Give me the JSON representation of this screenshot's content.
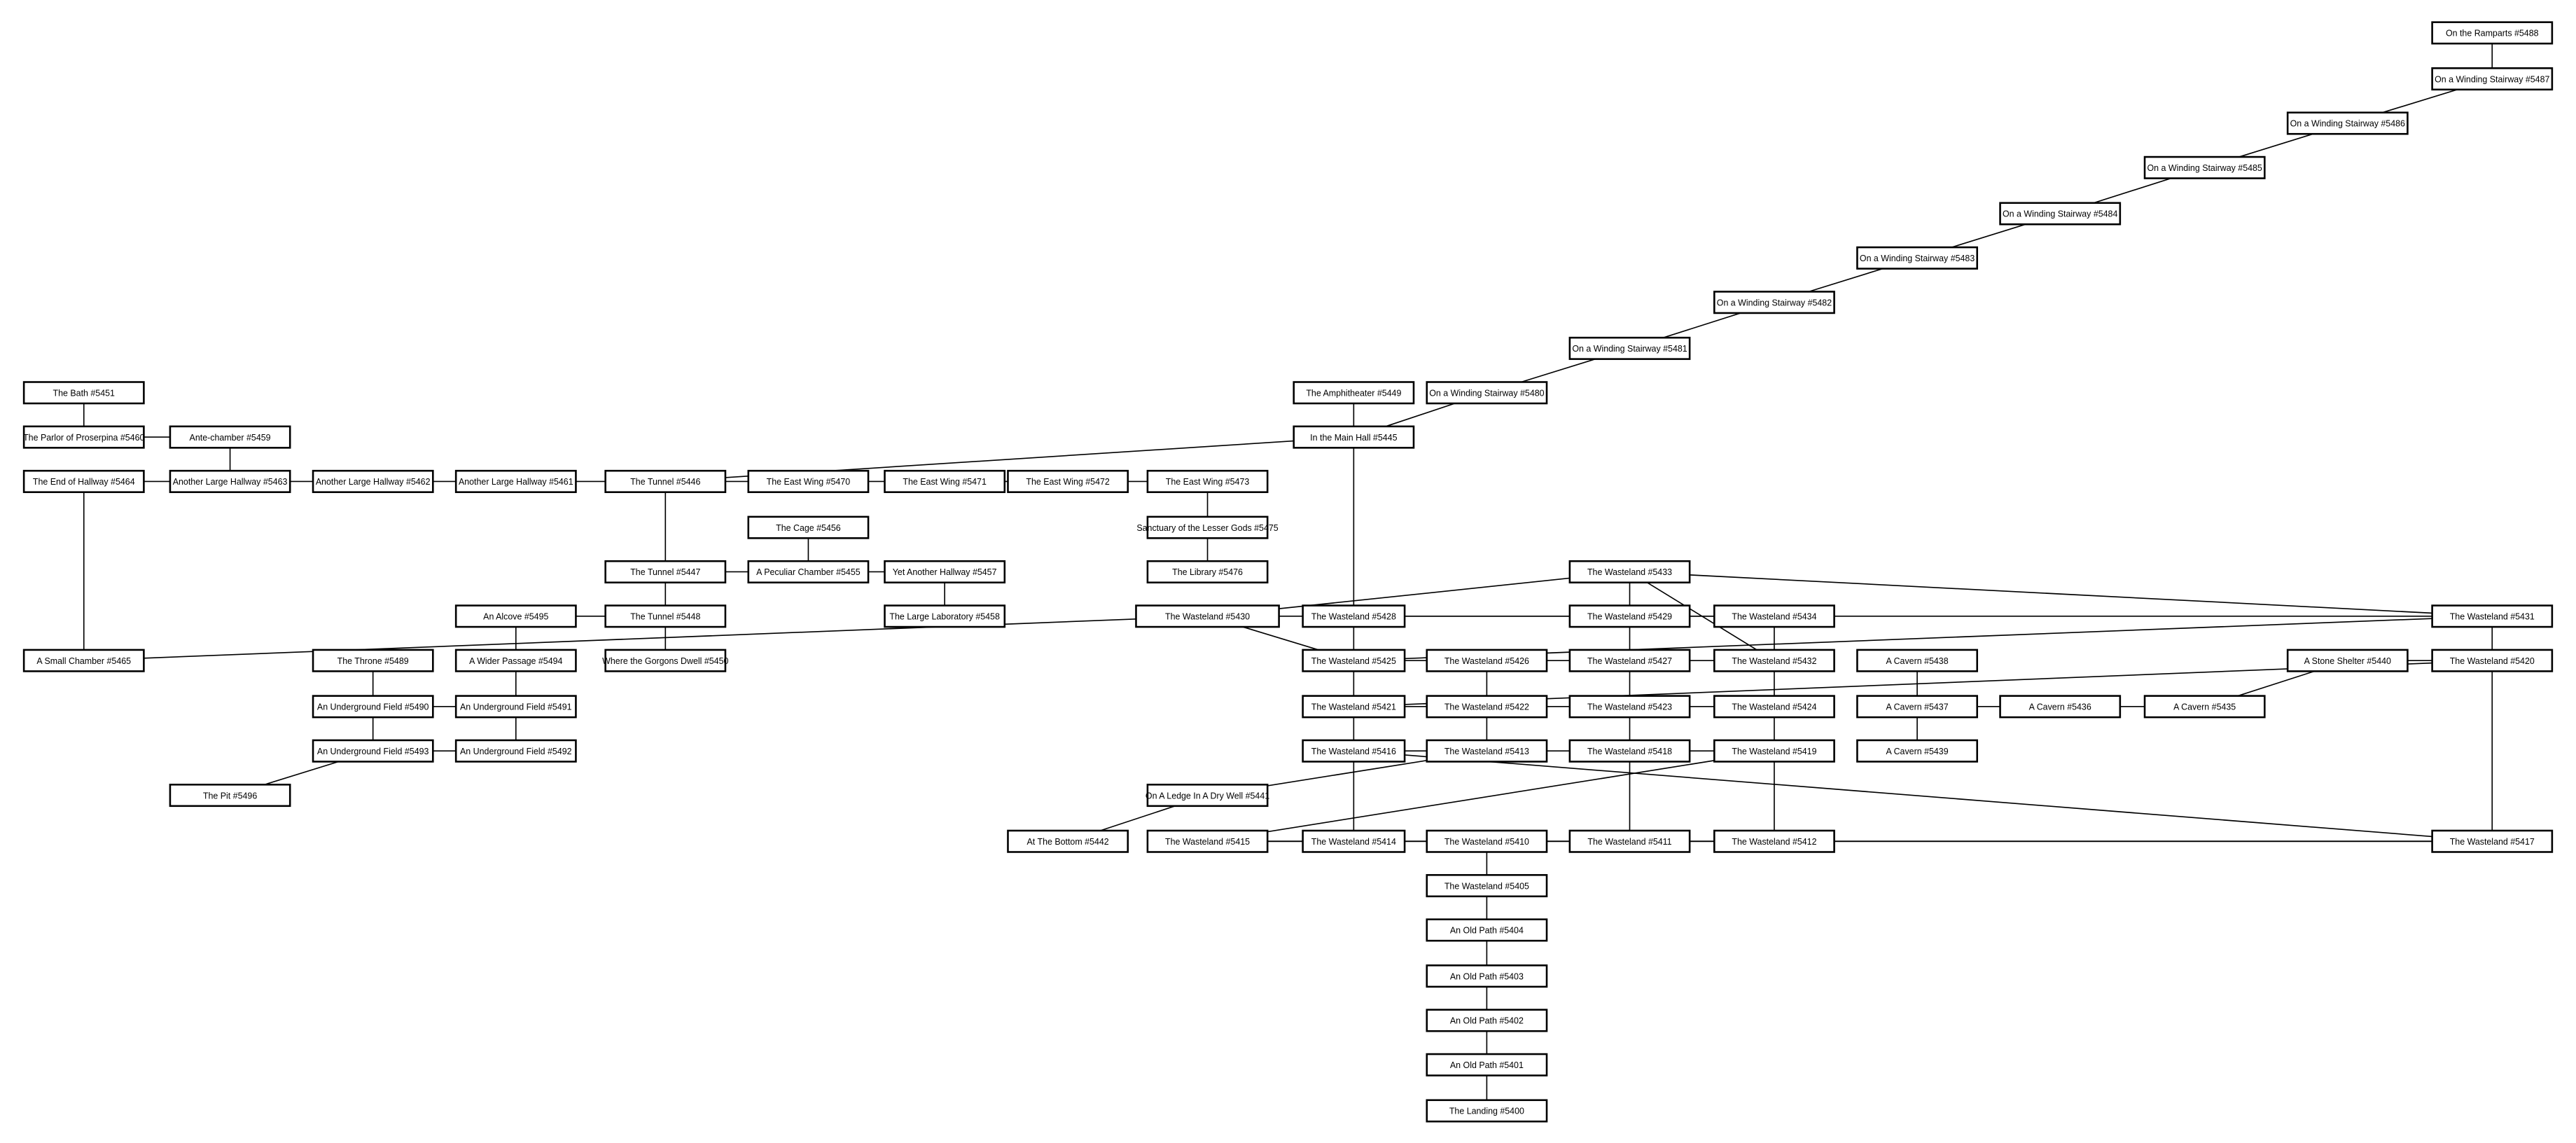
{
  "rooms": {
    "5451": "The Bath #5451",
    "5460": "The Parlor of Proserpina #5460",
    "5459": "Ante-chamber #5459",
    "5464": "The End of Hallway #5464",
    "5463": "Another Large Hallway #5463",
    "5462": "Another Large Hallway #5462",
    "5461": "Another Large Hallway #5461",
    "5446": "The Tunnel #5446",
    "5447": "The Tunnel #5447",
    "5448": "The Tunnel #5448",
    "5450": "Where the Gorgons Dwell #5450",
    "5495": "An Alcove #5495",
    "5494": "A Wider Passage #5494",
    "5489": "The Throne #5489",
    "5490": "An Underground Field #5490",
    "5491": "An Underground Field #5491",
    "5493": "An Underground Field #5493",
    "5492": "An Underground Field #5492",
    "5496": "The Pit #5496",
    "5465": "A Small Chamber #5465",
    "5470": "The East Wing #5470",
    "5471": "The East Wing #5471",
    "5472": "The East Wing #5472",
    "5473": "The East Wing #5473",
    "5456": "The Cage #5456",
    "5455": "A Peculiar Chamber #5455",
    "5457": "Yet Another Hallway #5457",
    "5458": "The Large Laboratory #5458",
    "5475": "Sanctuary of the Lesser Gods #5475",
    "5476": "The Library #5476",
    "5449": "The Amphitheater #5449",
    "5445": "In the Main Hall #5445",
    "5480": "On a Winding Stairway #5480",
    "5481": "On a Winding Stairway #5481",
    "5482": "On a Winding Stairway #5482",
    "5483": "On a Winding Stairway #5483",
    "5484": "On a Winding Stairway #5484",
    "5485": "On a Winding Stairway #5485",
    "5486": "On a Winding Stairway #5486",
    "5487": "On a Winding Stairway #5487",
    "5488": "On the Ramparts #5488",
    "5430": "The Wasteland #5430",
    "5428": "The Wasteland #5428",
    "5433": "The Wasteland #5433",
    "5429": "The Wasteland #5429",
    "5434": "The Wasteland #5434",
    "5431": "The Wasteland #5431",
    "5425": "The Wasteland #5425",
    "5426": "The Wasteland #5426",
    "5427": "The Wasteland #5427",
    "5432": "The Wasteland #5432",
    "5420": "The Wasteland #5420",
    "5421": "The Wasteland #5421",
    "5422": "The Wasteland #5422",
    "5423": "The Wasteland #5423",
    "5424": "The Wasteland #5424",
    "5416": "The Wasteland #5416",
    "5413": "The Wasteland #5413",
    "5418": "The Wasteland #5418",
    "5419": "The Wasteland #5419",
    "5415": "The Wasteland #5415",
    "5414": "The Wasteland #5414",
    "5410": "The Wasteland #5410",
    "5411": "The Wasteland #5411",
    "5412": "The Wasteland #5412",
    "5417": "The Wasteland #5417",
    "5405": "The Wasteland #5405",
    "5404": "An Old Path #5404",
    "5403": "An Old Path #5403",
    "5402": "An Old Path #5402",
    "5401": "An Old Path #5401",
    "5400": "The Landing #5400",
    "5438": "A Cavern #5438",
    "5437": "A Cavern #5437",
    "5439": "A Cavern #5439",
    "5436": "A Cavern #5436",
    "5435": "A Cavern #5435",
    "5440": "A Stone Shelter #5440",
    "5441": "On A Ledge In A Dry Well #5441",
    "5442": "At The Bottom #5442"
  },
  "connections": [
    [
      "5451",
      "5460"
    ],
    [
      "5460",
      "5459"
    ],
    [
      "5459",
      "5463"
    ],
    [
      "5464",
      "5463"
    ],
    [
      "5463",
      "5462"
    ],
    [
      "5462",
      "5461"
    ],
    [
      "5461",
      "5446"
    ],
    [
      "5464",
      "5465"
    ],
    [
      "5446",
      "5447"
    ],
    [
      "5447",
      "5448"
    ],
    [
      "5448",
      "5450"
    ],
    [
      "5495",
      "5448"
    ],
    [
      "5495",
      "5494"
    ],
    [
      "5489",
      "5490"
    ],
    [
      "5490",
      "5491"
    ],
    [
      "5494",
      "5491"
    ],
    [
      "5490",
      "5493"
    ],
    [
      "5491",
      "5492"
    ],
    [
      "5493",
      "5492"
    ],
    [
      "5493",
      "5496"
    ],
    [
      "5446",
      "5470"
    ],
    [
      "5470",
      "5471"
    ],
    [
      "5471",
      "5472"
    ],
    [
      "5472",
      "5473"
    ],
    [
      "5473",
      "5475"
    ],
    [
      "5475",
      "5476"
    ],
    [
      "5456",
      "5455"
    ],
    [
      "5447",
      "5455"
    ],
    [
      "5455",
      "5457"
    ],
    [
      "5457",
      "5458"
    ],
    [
      "5446",
      "5445"
    ],
    [
      "5449",
      "5445"
    ],
    [
      "5445",
      "5428"
    ],
    [
      "5445",
      "5480"
    ],
    [
      "5480",
      "5481"
    ],
    [
      "5481",
      "5482"
    ],
    [
      "5482",
      "5483"
    ],
    [
      "5483",
      "5484"
    ],
    [
      "5484",
      "5485"
    ],
    [
      "5485",
      "5486"
    ],
    [
      "5486",
      "5487"
    ],
    [
      "5487",
      "5488"
    ],
    [
      "5430",
      "5428"
    ],
    [
      "5428",
      "5429"
    ],
    [
      "5429",
      "5434"
    ],
    [
      "5434",
      "5431"
    ],
    [
      "5433",
      "5429"
    ],
    [
      "5425",
      "5426"
    ],
    [
      "5426",
      "5427"
    ],
    [
      "5427",
      "5432"
    ],
    [
      "5421",
      "5422"
    ],
    [
      "5422",
      "5423"
    ],
    [
      "5423",
      "5424"
    ],
    [
      "5416",
      "5413"
    ],
    [
      "5413",
      "5418"
    ],
    [
      "5418",
      "5419"
    ],
    [
      "5415",
      "5414"
    ],
    [
      "5414",
      "5410"
    ],
    [
      "5410",
      "5411"
    ],
    [
      "5411",
      "5412"
    ],
    [
      "5412",
      "5417"
    ],
    [
      "5428",
      "5425"
    ],
    [
      "5425",
      "5421"
    ],
    [
      "5421",
      "5416"
    ],
    [
      "5416",
      "5414"
    ],
    [
      "5426",
      "5422"
    ],
    [
      "5422",
      "5413"
    ],
    [
      "5429",
      "5427"
    ],
    [
      "5427",
      "5423"
    ],
    [
      "5423",
      "5418"
    ],
    [
      "5418",
      "5411"
    ],
    [
      "5434",
      "5432"
    ],
    [
      "5432",
      "5424"
    ],
    [
      "5424",
      "5419"
    ],
    [
      "5419",
      "5412"
    ],
    [
      "5410",
      "5405"
    ],
    [
      "5405",
      "5404"
    ],
    [
      "5404",
      "5403"
    ],
    [
      "5403",
      "5402"
    ],
    [
      "5402",
      "5401"
    ],
    [
      "5401",
      "5400"
    ],
    [
      "5431",
      "5420"
    ],
    [
      "5420",
      "5417"
    ],
    [
      "5440",
      "5420"
    ],
    [
      "5440",
      "5435"
    ],
    [
      "5435",
      "5436"
    ],
    [
      "5436",
      "5437"
    ],
    [
      "5438",
      "5437"
    ],
    [
      "5437",
      "5439"
    ],
    [
      "5442",
      "5441"
    ],
    [
      "5441",
      "5413"
    ],
    [
      "5465",
      "5430"
    ],
    [
      "5430",
      "5433"
    ],
    [
      "5433",
      "5431"
    ],
    [
      "5425",
      "5431"
    ],
    [
      "5421",
      "5420"
    ],
    [
      "5416",
      "5417"
    ],
    [
      "5415",
      "5419"
    ],
    [
      "5415",
      "5417"
    ],
    [
      "5433",
      "5432"
    ],
    [
      "5428",
      "5434"
    ],
    [
      "5430",
      "5425"
    ]
  ]
}
